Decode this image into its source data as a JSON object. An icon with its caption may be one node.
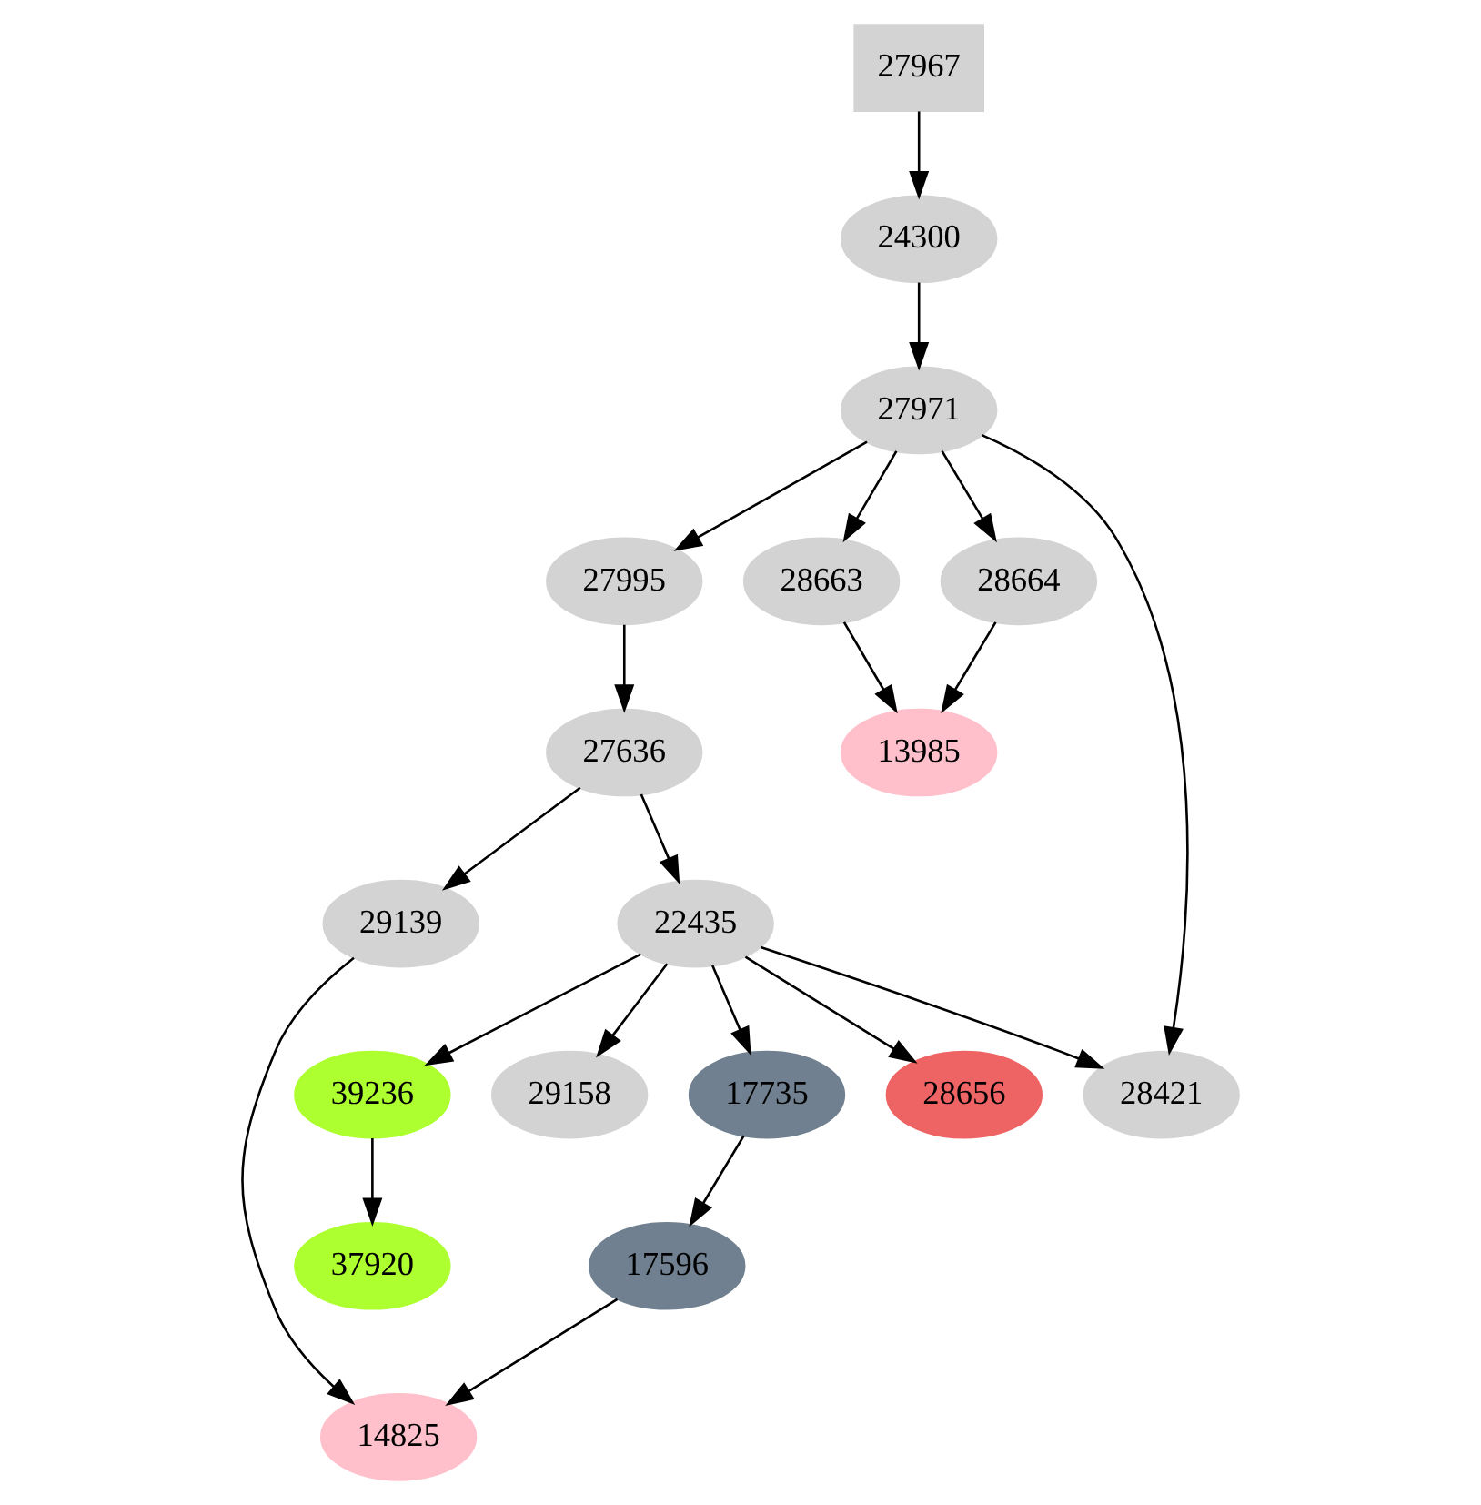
{
  "diagram": {
    "nodes": [
      {
        "text": [
          "27967"
        ]
      },
      {
        "text": [
          "24300"
        ]
      },
      {
        "text": [
          "27971"
        ]
      },
      {
        "text": [
          "27995"
        ]
      },
      {
        "text": [
          "28663"
        ]
      },
      {
        "text": [
          "28664"
        ]
      },
      {
        "text": [
          "27636"
        ]
      },
      {
        "text": [
          "13985"
        ]
      },
      {
        "text": [
          "29139"
        ]
      },
      {
        "text": [
          "22435"
        ]
      },
      {
        "text": [
          "39236"
        ]
      },
      {
        "text": [
          "29158"
        ]
      },
      {
        "text": [
          "17735"
        ]
      },
      {
        "text": [
          "28656"
        ]
      },
      {
        "text": [
          "28421"
        ]
      },
      {
        "text": [
          "37920"
        ]
      },
      {
        "text": [
          "17596"
        ]
      },
      {
        "text": [
          "14825"
        ]
      }
    ],
    "edges": [
      {
        "from": 0,
        "to": 1,
        "arrow": "to"
      },
      {
        "from": 1,
        "to": 2,
        "arrow": "to"
      },
      {
        "from": 2,
        "to": 3,
        "arrow": "to"
      },
      {
        "from": 2,
        "to": 14,
        "arrow": "to"
      },
      {
        "from": 2,
        "to": 4,
        "arrow": "to"
      },
      {
        "from": 2,
        "to": 5,
        "arrow": "to"
      },
      {
        "from": 3,
        "to": 6,
        "arrow": "to"
      },
      {
        "from": 4,
        "to": 7,
        "arrow": "to"
      },
      {
        "from": 5,
        "to": 7,
        "arrow": "to"
      },
      {
        "from": 6,
        "to": 8,
        "arrow": "to"
      },
      {
        "from": 6,
        "to": 9,
        "arrow": "to"
      },
      {
        "from": 8,
        "to": 17,
        "arrow": "to"
      },
      {
        "from": 9,
        "to": 10,
        "arrow": "to"
      },
      {
        "from": 9,
        "to": 11,
        "arrow": "to"
      },
      {
        "from": 9,
        "to": 12,
        "arrow": "to"
      },
      {
        "from": 9,
        "to": 13,
        "arrow": "to"
      },
      {
        "from": 9,
        "to": 14,
        "arrow": "to"
      },
      {
        "from": 10,
        "to": 15,
        "arrow": "to"
      },
      {
        "from": 12,
        "to": 16,
        "arrow": "to"
      },
      {
        "from": 16,
        "to": 17,
        "arrow": "to"
      }
    ]
  }
}
